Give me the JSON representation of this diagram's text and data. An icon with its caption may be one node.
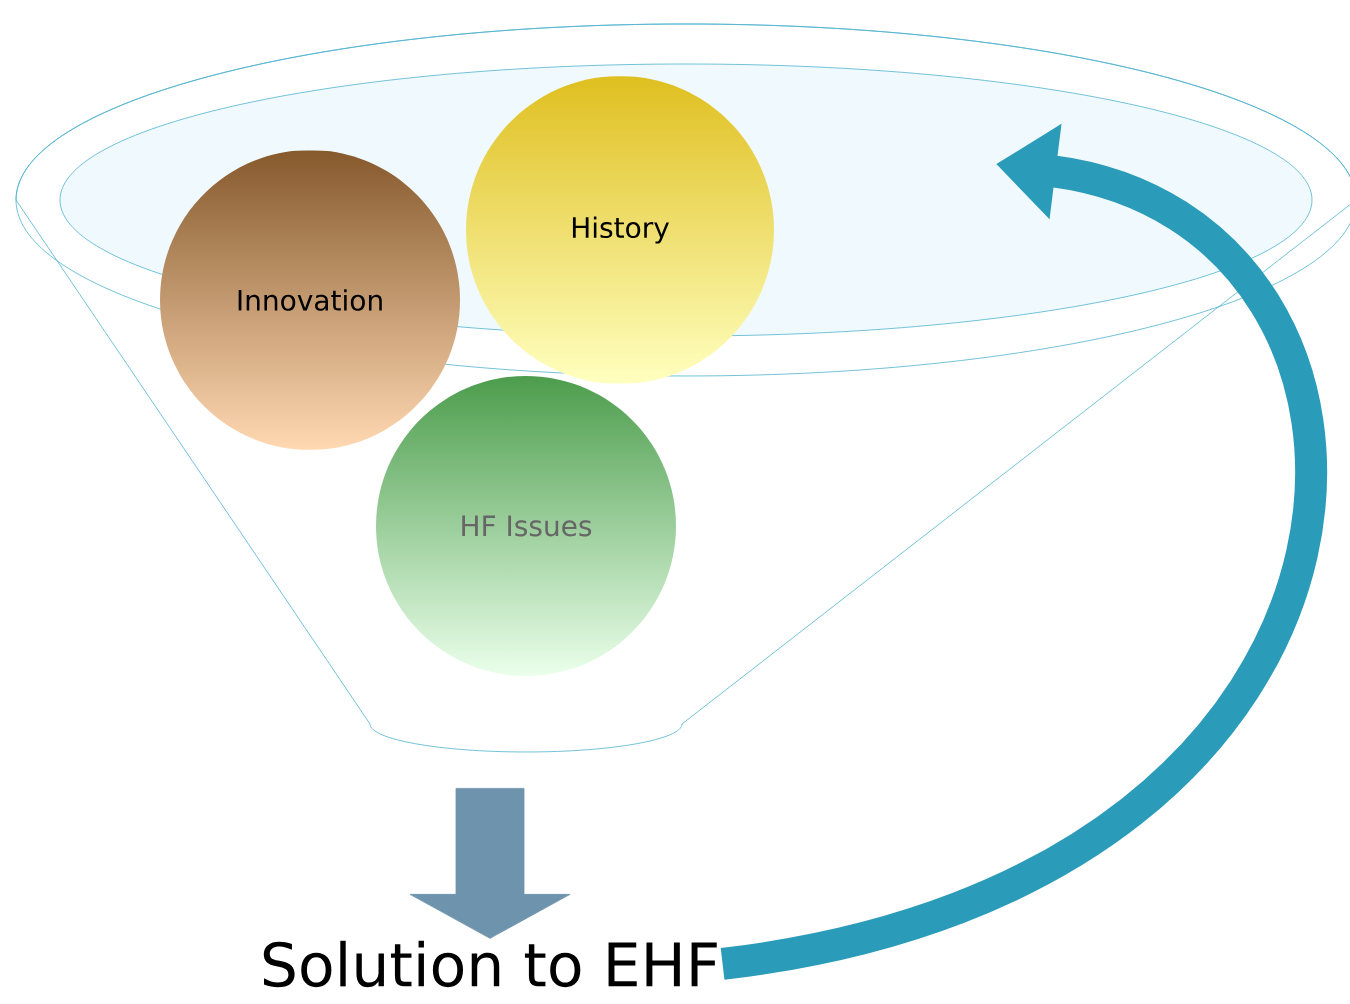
{
  "diagram": {
    "nodes": [
      {
        "text": [],
        "shape": "funnel"
      },
      {
        "text": [
          "Innovation"
        ],
        "in": 0
      },
      {
        "text": [
          "History"
        ],
        "in": 0
      },
      {
        "text": [
          "HF Issues"
        ],
        "in": 0
      },
      {
        "text": [
          "Solution to EHF"
        ]
      }
    ],
    "edges": [
      {
        "from": 0,
        "to": 4,
        "arrow": "to",
        "style": "thick"
      },
      {
        "from": 4,
        "to": 0,
        "arrow": "to"
      }
    ]
  }
}
